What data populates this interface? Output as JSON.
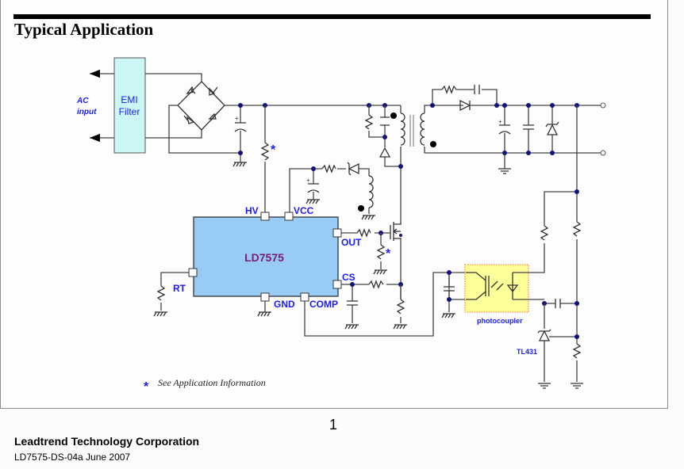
{
  "page": {
    "section_title": "Typical Application",
    "page_number": "1",
    "company": "Leadtrend Technology Corporation",
    "doc_id": "LD7575-DS-04a June 2007"
  },
  "schematic": {
    "ac_input_label_line1": "AC",
    "ac_input_label_line2": "input",
    "emi_filter_line1": "EMI",
    "emi_filter_line2": "Filter",
    "ic_name": "LD7575",
    "pins": {
      "hv": "HV",
      "vcc": "VCC",
      "out": "OUT",
      "cs": "CS",
      "gnd": "GND",
      "comp": "COMP",
      "rt": "RT"
    },
    "photocoupler_label": "photocoupler",
    "tl431_label": "TL431",
    "asterisk": "*",
    "footnote_text": "See Application Information",
    "colors": {
      "ic_fill": "#99ccf5",
      "ic_label": "#7a1a7a",
      "emi_fill": "#ccf7f7",
      "photocoupler_fill": "#ffff99",
      "photocoupler_border": "#ff6633",
      "pin_label": "#1a1aff",
      "node_dot": "#12127a"
    }
  }
}
